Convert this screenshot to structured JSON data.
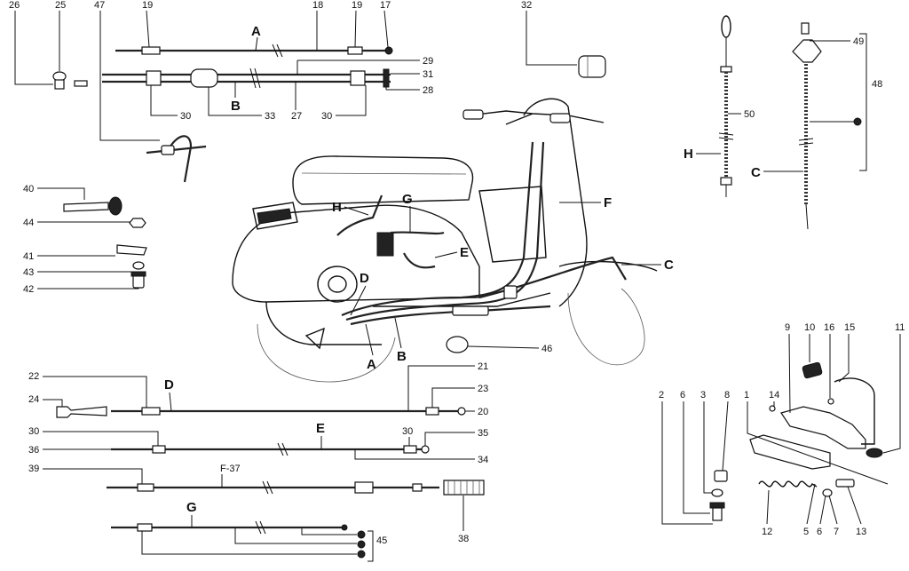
{
  "callouts": {
    "n1": "1",
    "n2": "2",
    "n3": "3",
    "n5": "5",
    "n6a": "6",
    "n6b": "6",
    "n7": "7",
    "n8": "8",
    "n9": "9",
    "n10": "10",
    "n11": "11",
    "n12": "12",
    "n13": "13",
    "n14": "14",
    "n15": "15",
    "n16": "16",
    "n17": "17",
    "n18": "18",
    "n19a": "19",
    "n19b": "19",
    "n20": "20",
    "n21": "21",
    "n22": "22",
    "n23": "23",
    "n24": "24",
    "n25": "25",
    "n26": "26",
    "n27": "27",
    "n28": "28",
    "n29": "29",
    "n30a": "30",
    "n30b": "30",
    "n30c": "30",
    "n30d": "30",
    "n31": "31",
    "n32": "32",
    "n33": "33",
    "n34": "34",
    "n35": "35",
    "n36": "36",
    "n38": "38",
    "n39": "39",
    "n40": "40",
    "n41": "41",
    "n42": "42",
    "n43": "43",
    "n44": "44",
    "n45": "45",
    "n46": "46",
    "n47": "47",
    "n48": "48",
    "n49": "49",
    "n50": "50",
    "nF37": "F-37"
  },
  "letters": {
    "A_top": "A",
    "B_top": "B",
    "A_scooter": "A",
    "B_scooter": "B",
    "C_scooter": "C",
    "D_scooter": "D",
    "E_scooter": "E",
    "F_scooter": "F",
    "G_scooter": "G",
    "H_scooter": "H",
    "H_right": "H",
    "C_right": "C",
    "D_cable": "D",
    "E_cable": "E",
    "G_cable": "G"
  }
}
